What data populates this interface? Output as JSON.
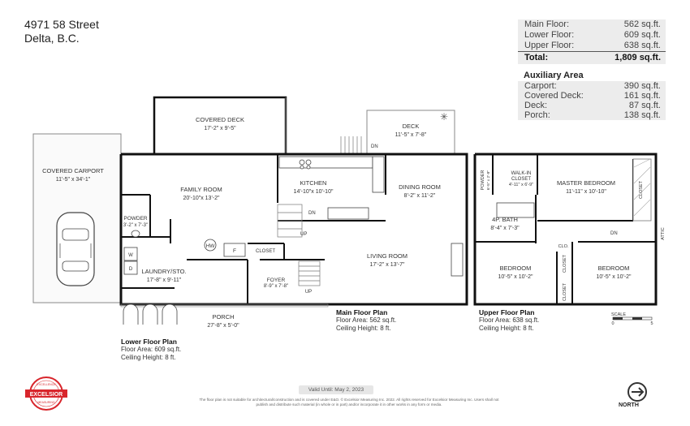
{
  "address": {
    "line1": "4971 58 Street",
    "line2": "Delta, B.C."
  },
  "areas": [
    {
      "label": "Main Floor:",
      "value": "562 sq.ft."
    },
    {
      "label": "Lower Floor:",
      "value": "609 sq.ft."
    },
    {
      "label": "Upper Floor:",
      "value": "638 sq.ft."
    }
  ],
  "total": {
    "label": "Total:",
    "value": "1,809 sq.ft."
  },
  "auxiliary": {
    "title": "Auxiliary Area",
    "rows": [
      {
        "label": "Carport:",
        "value": "390 sq.ft."
      },
      {
        "label": "Covered Deck:",
        "value": "161 sq.ft."
      },
      {
        "label": "Deck:",
        "value": "87 sq.ft."
      },
      {
        "label": "Porch:",
        "value": "138 sq.ft."
      }
    ]
  },
  "rooms": {
    "carport": {
      "name": "COVERED CARPORT",
      "dim": "11'-5\" x 34'-1\""
    },
    "covered_deck": {
      "name": "COVERED DECK",
      "dim": "17'-2\" x 9'-5\""
    },
    "deck": {
      "name": "DECK",
      "dim": "11'-5\" x 7'-8\""
    },
    "family": {
      "name": "FAMILY ROOM",
      "dim": "20'-10\"x 13'-2\""
    },
    "kitchen": {
      "name": "KITCHEN",
      "dim": "14'-10\"x 10'-10\""
    },
    "dining": {
      "name": "DINING ROOM",
      "dim": "8'-2\" x 11'-2\""
    },
    "powder_lower": {
      "name": "POWDER",
      "dim": "3'-2\" x 7'-3\""
    },
    "laundry": {
      "name": "LAUNDRY/STO.",
      "dim": "17'-8\" x 9'-11\""
    },
    "living": {
      "name": "LIVING ROOM",
      "dim": "17'-2\" x 13'-7\""
    },
    "foyer": {
      "name": "FOYER",
      "dim": "8'-9\" x 7'-8\""
    },
    "porch": {
      "name": "PORCH",
      "dim": "27'-8\" x 5'-0\""
    },
    "master": {
      "name": "MASTER BEDROOM",
      "dim": "11'-11\" x 10'-10\""
    },
    "wic_line1": "WALK-IN",
    "wic_line2": "CLOSET",
    "wic_dim": "4'-11\" x 6'-9\"",
    "bath": {
      "name": "4P. BATH",
      "dim": "8'-4\" x 7'-3\""
    },
    "bed1": {
      "name": "BEDROOM",
      "dim": "10'-5\" x 10'-2\""
    },
    "bed2": {
      "name": "BEDROOM",
      "dim": "10'-5\" x 10'-2\""
    },
    "powder_upper": "POWDER",
    "powder_upper_dim": "6'-5\" x 2'-9\""
  },
  "labels": {
    "closet": "CLOSET",
    "clo": "CLO.",
    "attic": "ATTIC",
    "dn": "DN",
    "up": "UP",
    "hw": "HW",
    "f": "F",
    "w": "W",
    "d": "D"
  },
  "plans": {
    "lower": {
      "title": "Lower Floor Plan",
      "area": "Floor Area: 609 sq.ft.",
      "ceiling": "Ceiling Height: 8 ft."
    },
    "main": {
      "title": "Main Floor Plan",
      "area": "Floor Area: 562 sq.ft.",
      "ceiling": "Ceiling Height: 8 ft."
    },
    "upper": {
      "title": "Upper Floor Plan",
      "area": "Floor Area: 638 sq.ft.",
      "ceiling": "Ceiling Height: 8 ft."
    }
  },
  "scale": {
    "label": "SCALE",
    "min": "0",
    "max": "5"
  },
  "footer": {
    "valid": "Valid Until: May 2, 2023",
    "disclaimer": "The floor plan is not suitable for architectural/construction and is covered under E&O. © Excelsior Measuring Inc. 2022. All rights reserved for Excelsior Measuring Inc. Users shall not publish and distribute such material (in whole or in part) and/or incorporate it in other works in any form or media.",
    "north": "NORTH"
  },
  "logo": {
    "top": "EXCELLENCE",
    "middle": "EXCELSIOR",
    "bottom": "MEASURING"
  }
}
